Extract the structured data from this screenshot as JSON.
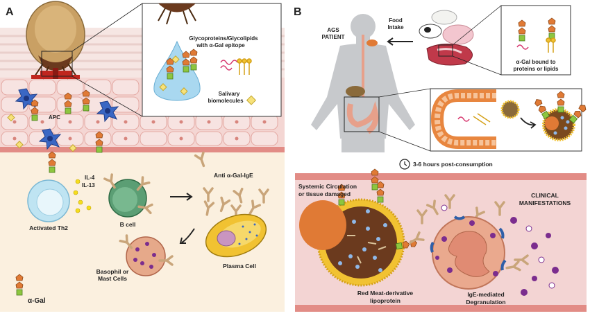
{
  "panelA": {
    "letter": "A",
    "inset": {
      "glyco_line1": "Glycoproteins/Glycolipids",
      "glyco_line2": "with α-Gal epitope",
      "salivary_line1": "Salivary",
      "salivary_line2": "biomolecules"
    },
    "apc": "APC",
    "il4": "IL-4",
    "il13": "IL-13",
    "anti_ige": "Anti α-Gal-IgE",
    "th2": "Activated Th2",
    "bcell": "B cell",
    "plasma": "Plasma Cell",
    "basophil_line1": "Basophil or",
    "basophil_line2": "Mast Cells",
    "legend": "α-Gal"
  },
  "panelB": {
    "letter": "B",
    "ags_line1": "AGS",
    "ags_line2": "PATIENT",
    "food_line1": "Food",
    "food_line2": "Intake",
    "bound_line1": "α-Gal bound to",
    "bound_line2": "proteins or lipids",
    "time": "3-6 hours post-consumption",
    "systemic_line1": "Systemic Circulation",
    "systemic_line2": "or tissue damaged",
    "clinical_line1": "CLINICAL",
    "clinical_line2": "MANIFESTATIONS",
    "lipo_line1": "Red Meat-derivative",
    "lipo_line2": "lipoprotein",
    "ige_line1": "IgE-mediated",
    "ige_line2": "Degranulation"
  },
  "colors": {
    "skin": "#f4d6d3",
    "cell_border": "#e4a9a3",
    "blood": "#e28c86",
    "tissue_bg": "#fbf0df",
    "galactose_orange": "#e07a35",
    "galactose_green": "#8dc63f",
    "th2": "#bfe4f2",
    "bcell": "#5b9e74",
    "plasma": "#f1c232",
    "vessel": "#f3d4d3"
  }
}
